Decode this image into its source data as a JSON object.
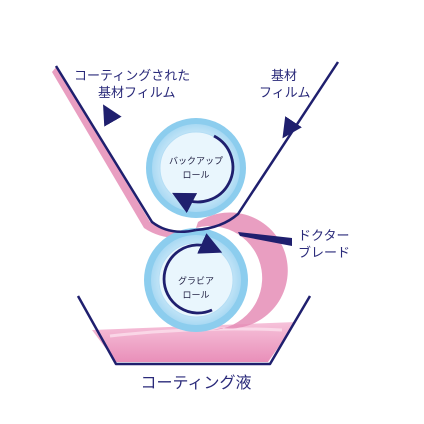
{
  "diagram": {
    "labels": {
      "coated_film_line1": "コーティングされた",
      "coated_film_line2": "基材フィルム",
      "base_film_line1": "基材",
      "base_film_line2": "フィルム",
      "doctor_blade_line1": "ドクター",
      "doctor_blade_line2": "ブレード",
      "backup_roll_line1": "バックアップ",
      "backup_roll_line2": "ロール",
      "gravure_roll_line1": "グラビア",
      "gravure_roll_line2": "ロール",
      "coating_liquid": "コーティング液"
    },
    "colors": {
      "film": "#1f1f6e",
      "coating": "#e48ab4",
      "liquid": "#f0a8c8",
      "roll_outer": "#7cc4ea",
      "roll_inner": "#c9e8f8",
      "roll_core": "#e6f4fc",
      "arrow": "#1f1f6e"
    }
  }
}
